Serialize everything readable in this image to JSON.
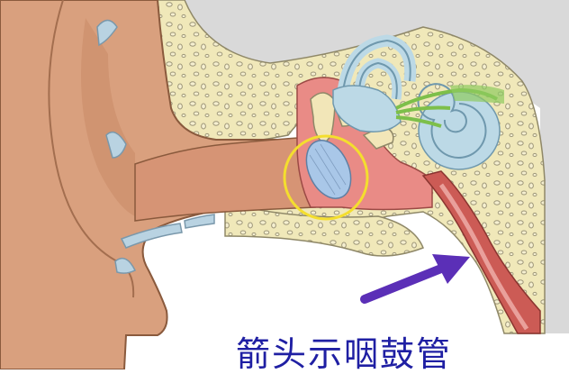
{
  "caption": "箭头示咽鼓管",
  "colors": {
    "skin": "#d9a07e",
    "skin_shadow": "#c98c69",
    "skin_outline": "#8a5a3d",
    "bone": "#f0e8b9",
    "bone_pores": "#b4ad88",
    "cartilage": "#b9d3e2",
    "inner_ear": "#bcd9e6",
    "middle_ear": "#e98b86",
    "tube": "#cc5b55",
    "eardrum": "#a9c7e8",
    "highlight_circle": "#f4de2e",
    "arrow": "#5b2fb7",
    "caption_text": "#1f1fa3",
    "background_top": "#d9d9d9"
  },
  "icons": {
    "highlight": "circle-highlight",
    "pointer": "arrow-pointer"
  }
}
